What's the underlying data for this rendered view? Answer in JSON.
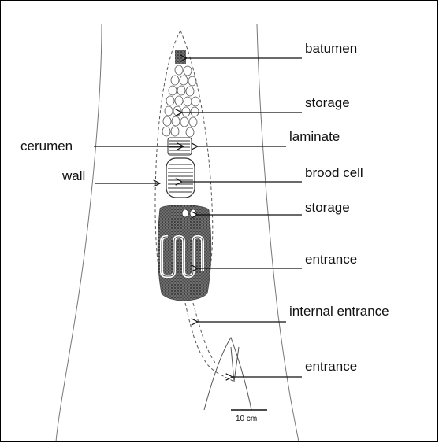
{
  "labels": {
    "batumen": "batumen",
    "storage_top": "storage",
    "laminate": "laminate",
    "cerumen": "cerumen",
    "brood_cell": "brood cell",
    "wall": "wall",
    "storage_lower": "storage",
    "entrance_tube": "entrance",
    "internal_entrance": "internal entrance",
    "entrance_outer": "entrance"
  },
  "scale_bar": {
    "label": "10 cm"
  },
  "colors": {
    "ink": "#111111",
    "batumen_fill": "#3a3a3a",
    "trunk": "#777777",
    "border": "#000000"
  }
}
